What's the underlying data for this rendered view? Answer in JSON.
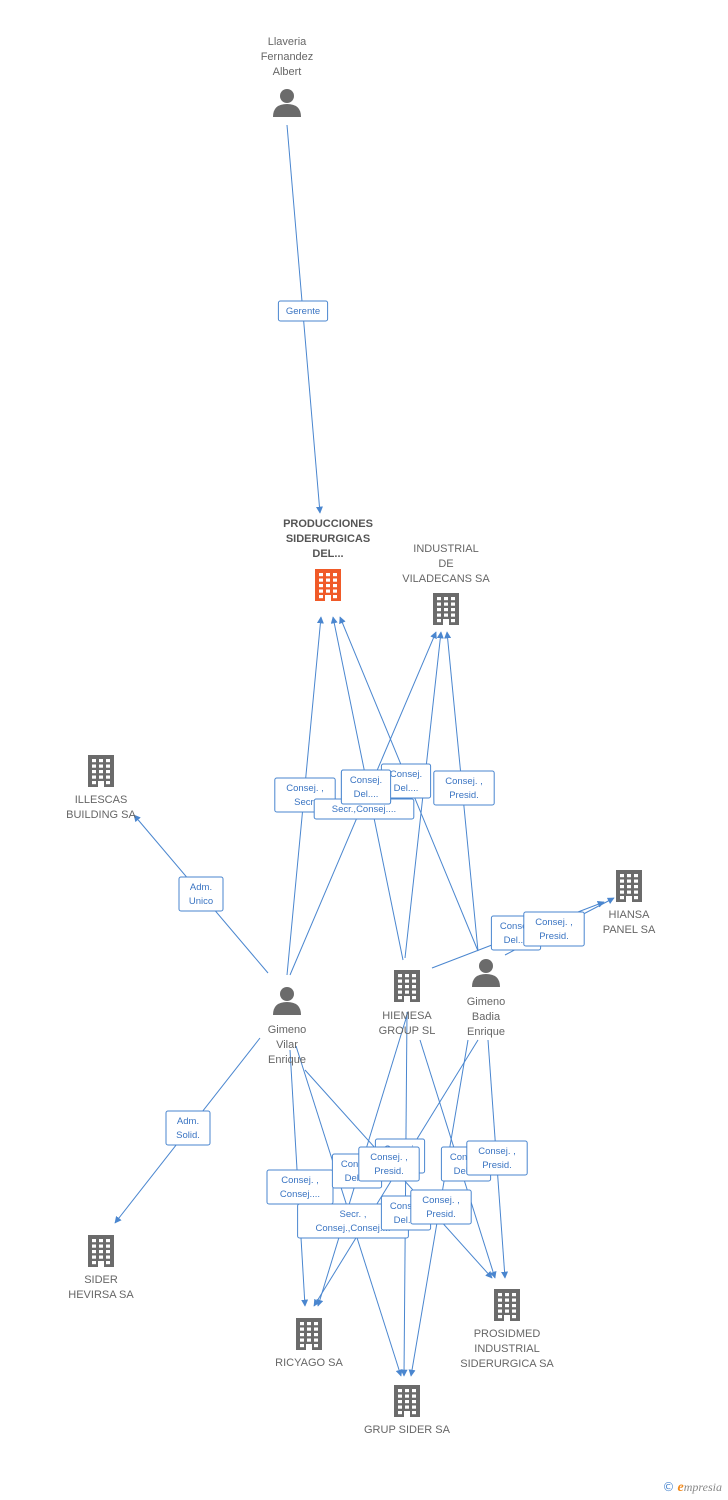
{
  "colors": {
    "edge": "#4a86cf",
    "node": "#6b6b6b",
    "main_node": "#f05a28"
  },
  "nodes": [
    {
      "id": "llaveria",
      "type": "person",
      "icon": "person-icon",
      "label": [
        "Llaveria",
        "Fernandez",
        "Albert"
      ]
    },
    {
      "id": "producciones",
      "type": "company",
      "icon": "building-icon",
      "main": true,
      "label": [
        "PRODUCCIONES",
        "SIDERURGICAS",
        "DEL..."
      ]
    },
    {
      "id": "industrial_viladecans",
      "type": "company",
      "icon": "building-icon",
      "label": [
        "INDUSTRIAL",
        "DE",
        "VILADECANS SA"
      ]
    },
    {
      "id": "illescas",
      "type": "company",
      "icon": "building-icon",
      "label": [
        "ILLESCAS",
        "BUILDING SA"
      ]
    },
    {
      "id": "hiansa",
      "type": "company",
      "icon": "building-icon",
      "label": [
        "HIANSA",
        "PANEL SA"
      ]
    },
    {
      "id": "gimeno_badia",
      "type": "person",
      "icon": "person-icon",
      "label": [
        "Gimeno",
        "Badia",
        "Enrique"
      ]
    },
    {
      "id": "hiemesa",
      "type": "company",
      "icon": "building-icon",
      "label": [
        "HIEMESA",
        "GROUP SL"
      ]
    },
    {
      "id": "gimeno_vilar",
      "type": "person",
      "icon": "person-icon",
      "label": [
        "Gimeno",
        "Vilar",
        "Enrique"
      ]
    },
    {
      "id": "sider_hevirsa",
      "type": "company",
      "icon": "building-icon",
      "label": [
        "SIDER",
        "HEVIRSA SA"
      ]
    },
    {
      "id": "ricyago",
      "type": "company",
      "icon": "building-icon",
      "label": [
        "RICYAGO SA"
      ]
    },
    {
      "id": "prosidmed",
      "type": "company",
      "icon": "building-icon",
      "label": [
        "PROSIDMED",
        "INDUSTRIAL",
        "SIDERURGICA SA"
      ]
    },
    {
      "id": "grup_sider",
      "type": "company",
      "icon": "building-icon",
      "label": [
        "GRUP SIDER SA"
      ]
    }
  ],
  "edges": [
    {
      "from": "llaveria",
      "to": "producciones",
      "label": [
        "Gerente"
      ]
    },
    {
      "from": "gimeno_vilar",
      "to": "illescas",
      "label": [
        "Adm.",
        "Unico"
      ]
    },
    {
      "from": "gimeno_vilar",
      "to": "sider_hevirsa",
      "label": [
        "Adm.",
        "Solid."
      ]
    },
    {
      "from": "gimeno_vilar",
      "to": "producciones",
      "label": [
        "Consej. ,",
        "Secr."
      ]
    },
    {
      "from": "gimeno_vilar",
      "to": "industrial_viladecans",
      "label": [
        "Secr.,Consej...."
      ]
    },
    {
      "from": "hiemesa",
      "to": "producciones",
      "label": [
        "Consej.",
        "Del...."
      ]
    },
    {
      "from": "hiemesa",
      "to": "industrial_viladecans",
      "label": [
        "Consej.",
        "Del...."
      ]
    },
    {
      "from": "gimeno_badia",
      "to": "producciones",
      "label": [
        "Consej.",
        "Del...."
      ]
    },
    {
      "from": "gimeno_badia",
      "to": "industrial_viladecans",
      "label": [
        "Consej. ,",
        "Presid."
      ]
    },
    {
      "from": "hiemesa",
      "to": "hiansa",
      "label": [
        "Consej.",
        "Del...."
      ]
    },
    {
      "from": "gimeno_badia",
      "to": "hiansa",
      "label": [
        "Consej. ,",
        "Presid."
      ]
    },
    {
      "from": "gimeno_vilar",
      "to": "ricyago",
      "label": [
        "Consej. ,",
        "Consej...."
      ]
    },
    {
      "from": "gimeno_vilar",
      "to": "grup_sider",
      "label": [
        "Secr. ,",
        "Consej.,Consej...."
      ]
    },
    {
      "from": "gimeno_vilar",
      "to": "prosidmed",
      "label": [
        "Consej.",
        "Del...."
      ]
    },
    {
      "from": "hiemesa",
      "to": "ricyago",
      "label": [
        "Consej.",
        "Del...."
      ]
    },
    {
      "from": "gimeno_badia",
      "to": "ricyago",
      "label": [
        "Consej. ,",
        "Presid."
      ]
    },
    {
      "from": "hiemesa",
      "to": "prosidmed",
      "label": [
        "Consej.",
        "Del...."
      ]
    },
    {
      "from": "gimeno_badia",
      "to": "prosidmed",
      "label": [
        "Consej. ,",
        "Presid."
      ]
    },
    {
      "from": "hiemesa",
      "to": "grup_sider",
      "label": [
        "Consej.",
        "Del...."
      ]
    },
    {
      "from": "gimeno_badia",
      "to": "grup_sider",
      "label": [
        "Consej. ,",
        "Presid."
      ]
    }
  ],
  "footer": {
    "copyright": "©",
    "brand_initial": "e",
    "brand_rest": "mpresia"
  }
}
